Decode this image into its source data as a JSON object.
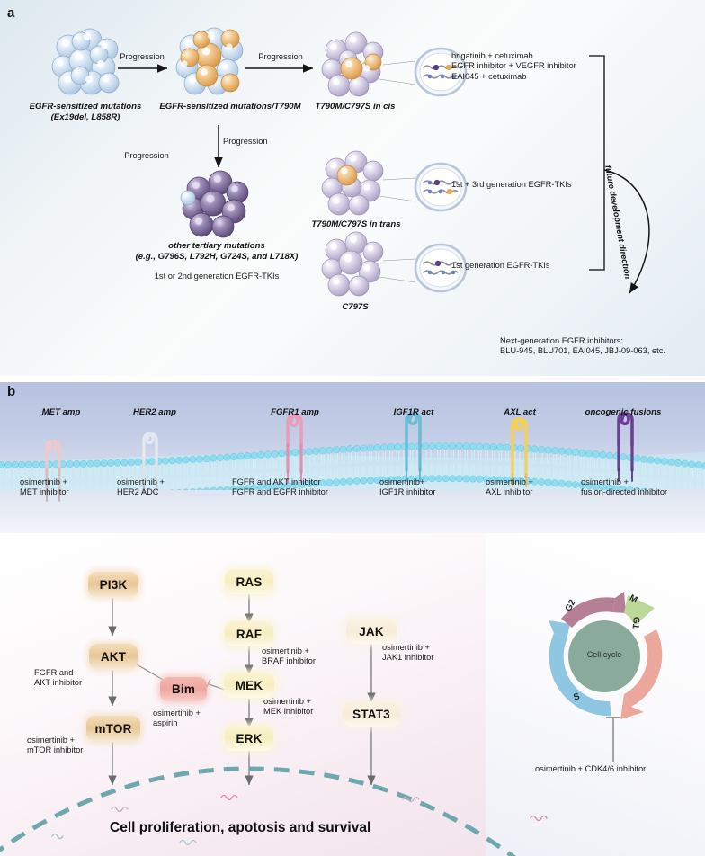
{
  "figure": {
    "panel_a_label": "a",
    "panel_b_label": "b"
  },
  "panel_a": {
    "clusters": [
      {
        "name": "cluster-egfr-sensitized",
        "caption_line1": "EGFR-sensitized mutations",
        "caption_line2": "(Ex19del, L858R)"
      },
      {
        "name": "cluster-t790m",
        "caption_line1": "EGFR-sensitized mutations/T790M",
        "caption_line2": ""
      },
      {
        "name": "cluster-cis",
        "caption_line1": "T790M/C797S in cis",
        "caption_line2": ""
      },
      {
        "name": "cluster-trans",
        "caption_line1": "T790M/C797S in trans",
        "caption_line2": ""
      },
      {
        "name": "cluster-c797s",
        "caption_line1": "C797S",
        "caption_line2": ""
      },
      {
        "name": "cluster-tertiary",
        "caption_line1": "other tertiary mutations",
        "caption_line2": "(e.g., G796S, L792H, G724S, and L718X)"
      }
    ],
    "arrow_labels": {
      "progression_1": "Progression",
      "progression_2": "Progression",
      "progression_3": "Progression"
    },
    "treatments": {
      "cis": "brigatinib + cetuximab\nEGFR inhibitor + VEGFR inhibitor\nEAI045 + cetuximab",
      "trans": "1st + 3rd generation EGFR-TKIs",
      "c797s": "1st generation EGFR-TKIs",
      "tertiary": "1st or 2nd generation EGFR-TKIs"
    },
    "future_arrow_label": "future development direction",
    "next_gen": "Next-generation EGFR inhibitors:\nBLU-945, BLU701, EAI045, JBJ-09-063, etc."
  },
  "panel_b": {
    "receptors": [
      {
        "name": "met",
        "label": "MET amp",
        "color": "#f0c9cb",
        "treatment": "osimertinib +\nMET inhibitor"
      },
      {
        "name": "her2",
        "label": "HER2 amp",
        "color": "#e8ebee",
        "treatment": "osimertinib +\nHER2 ADC"
      },
      {
        "name": "fgfr1",
        "label": "FGFR1 amp",
        "color": "#eb9cba",
        "treatment": "FGFR and AKT inhibitor\nFGFR and EGFR inhibitor"
      },
      {
        "name": "igf1r",
        "label": "IGF1R act",
        "color": "#6cbcd4",
        "treatment": "osimertinib+\nIGF1R inhibitor"
      },
      {
        "name": "axl",
        "label": "AXL act",
        "color": "#f6cf56",
        "treatment": "osimertinib +\nAXL inhibitor"
      },
      {
        "name": "fusion",
        "label": "oncogenic fusions",
        "color": "#6b3f94",
        "treatment": "osimertinib +\nfusion-directed inhibitor"
      }
    ],
    "membrane_color": "#8fdcf0",
    "pathway_nodes": [
      {
        "name": "pi3k",
        "label": "PI3K",
        "style": "tan"
      },
      {
        "name": "akt",
        "label": "AKT",
        "style": "tan"
      },
      {
        "name": "mtor",
        "label": "mTOR",
        "style": "tan"
      },
      {
        "name": "bim",
        "label": "Bim",
        "style": "pink"
      },
      {
        "name": "ras",
        "label": "RAS",
        "style": "yel"
      },
      {
        "name": "raf",
        "label": "RAF",
        "style": "yel"
      },
      {
        "name": "mek",
        "label": "MEK",
        "style": "yel"
      },
      {
        "name": "erk",
        "label": "ERK",
        "style": "yel"
      },
      {
        "name": "jak",
        "label": "JAK",
        "style": "cream"
      },
      {
        "name": "stat3",
        "label": "STAT3",
        "style": "cream"
      }
    ],
    "pathway_treatments": {
      "fgfr_akt": "FGFR and\nAKT inhibitor",
      "mtor": "osimertinib +\nmTOR inhibitor",
      "bim": "osimertinib +\naspirin",
      "braf": "osimertinib +\nBRAF inhibitor",
      "mek": "osimertinib +\nMEK inhibitor",
      "jak1": "osimertinib +\nJAK1 inhibitor",
      "cdk": "osimertinib + CDK4/6 inhibitor"
    },
    "cell_cycle": {
      "center_label": "Cell cycle",
      "phases": [
        {
          "name": "phase-m",
          "label": "M",
          "color": "#bcd99a"
        },
        {
          "name": "phase-g1",
          "label": "G1",
          "color": "#eca79d"
        },
        {
          "name": "phase-s",
          "label": "S",
          "color": "#8fc6e2"
        },
        {
          "name": "phase-g2",
          "label": "G2",
          "color": "#b57f94"
        }
      ],
      "center_color": "#8aab9c"
    },
    "nucleus_label": "Cell proliferation, apotosis and survival"
  }
}
